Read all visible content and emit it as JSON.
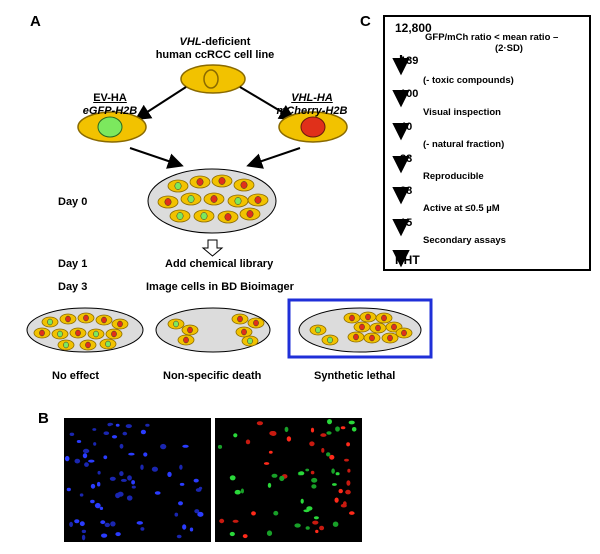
{
  "panels": {
    "a": "A",
    "b": "B",
    "c": "C"
  },
  "cell_line": {
    "line1_italic": "VHL",
    "line1_rest": "-deficient",
    "line2": "human ccRCC  cell line"
  },
  "left_construct": {
    "line1": "EV-HA",
    "line2": "eGFP-H2B"
  },
  "right_construct": {
    "line1": "VHL-HA",
    "line2": "mCherry-H2B"
  },
  "days": {
    "day0": "Day 0",
    "day1": "Day 1",
    "day3": "Day 3"
  },
  "steps": {
    "add_library": "Add chemical library",
    "image_cells": "Image cells in BD Bioimager"
  },
  "outcomes": {
    "no_effect": "No effect",
    "nonspecific": "Non-specific death",
    "synthetic_lethal": "Synthetic lethal"
  },
  "funnel": [
    {
      "count": "12,800",
      "desc": "GFP/mCh  ratio < mean ratio –",
      "desc2": "(2·SD)"
    },
    {
      "count": "139",
      "desc": "(- toxic compounds)"
    },
    {
      "count": "100",
      "desc": "Visual inspection"
    },
    {
      "count": "40",
      "desc": "(- natural fraction)"
    },
    {
      "count": "33",
      "desc": "Reproducible"
    },
    {
      "count": "28",
      "desc": "Active at ≤0.5 µM"
    },
    {
      "count": "15",
      "desc": "Secondary assays"
    },
    {
      "count": "HHT",
      "desc": ""
    }
  ],
  "colors": {
    "cell_fill": "#f2c200",
    "cell_stroke": "#8a6a00",
    "green_nucleus": "#7ce85e",
    "red_nucleus": "#e0301a",
    "dish_fill": "#dcdcdc",
    "highlight_box": "#1f2fd8"
  }
}
